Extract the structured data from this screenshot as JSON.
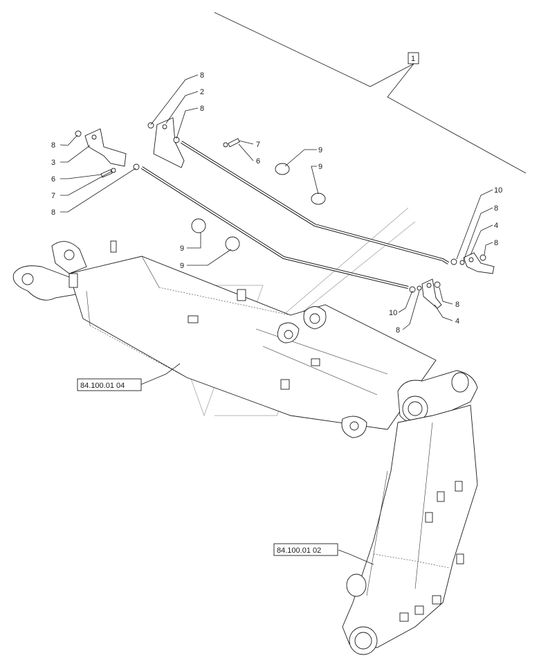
{
  "callouts": {
    "group": "1",
    "top_8a": "8",
    "top_2": "2",
    "top_8b": "8",
    "left_8": "8",
    "left_3": "3",
    "left_6": "6",
    "left_7": "7",
    "left_8b": "8",
    "mid_7": "7",
    "mid_6": "6",
    "ring_9a": "9",
    "ring_9b": "9",
    "ring_9c": "9",
    "ring_9d": "9",
    "right_10": "10",
    "right_8a": "8",
    "right_4": "4",
    "right_8b": "8",
    "low_10": "10",
    "low_8a": "8",
    "low_8b": "8",
    "low_4": "4"
  },
  "references": {
    "boom": "84.100.01 04",
    "arm": "84.100.01 02"
  }
}
